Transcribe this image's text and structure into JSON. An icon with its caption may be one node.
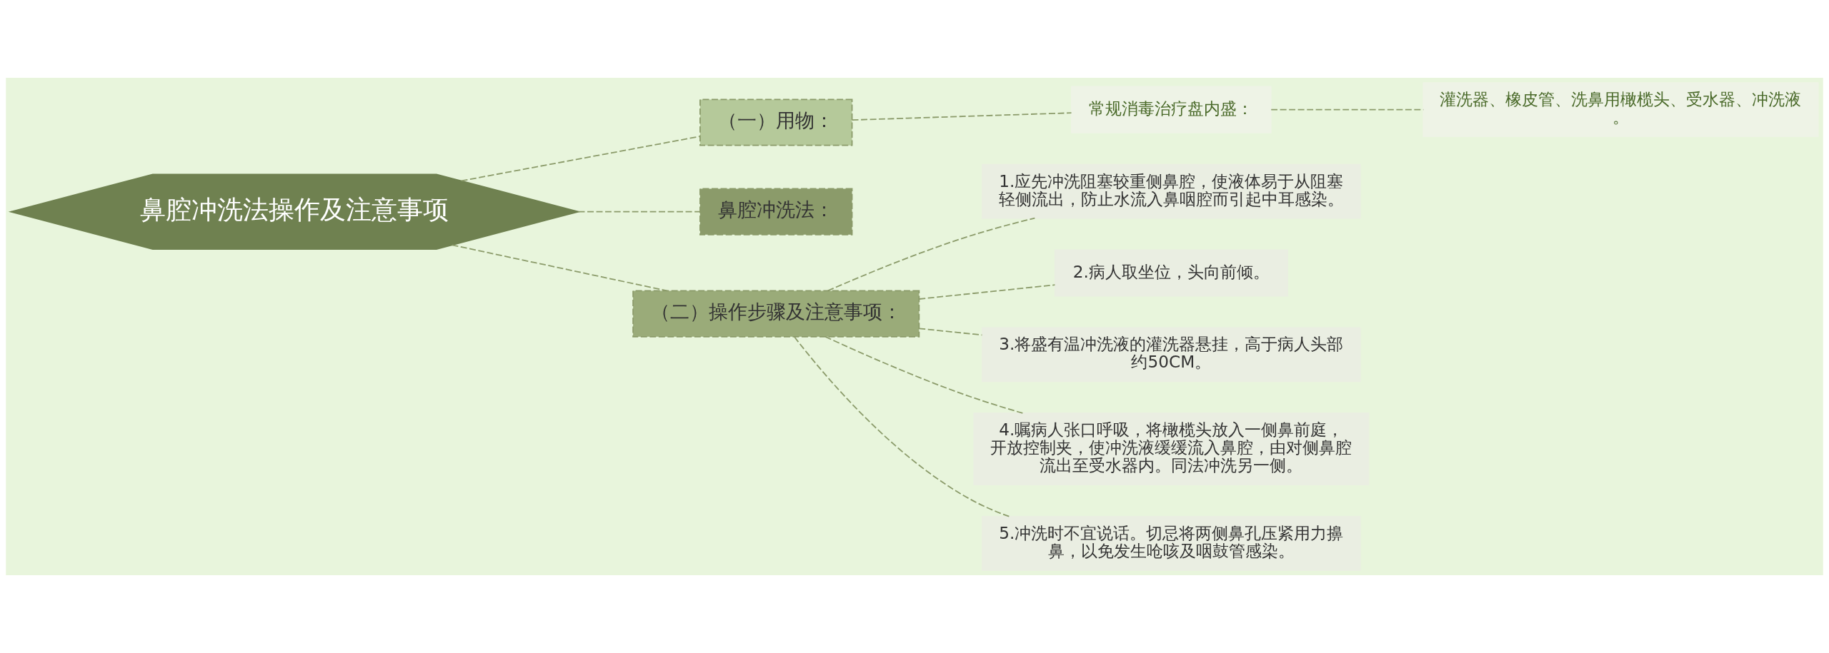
{
  "diagram": {
    "nodes": [
      {
        "text": [
          "鼻腔冲洗法操作及注意事项"
        ]
      },
      {
        "text": [
          "（一）用物："
        ]
      },
      {
        "text": [
          "常规消毒治疗盘内盛："
        ]
      },
      {
        "text": [
          "灌洗器、橡皮管、洗鼻用橄榄头、受水器、冲洗液。"
        ]
      },
      {
        "text": [
          "鼻腔冲洗法："
        ]
      },
      {
        "text": [
          "（二）操作步骤及注意事项："
        ]
      },
      {
        "text": [
          "1.应先冲洗阻塞较重侧鼻腔，使液体易于从阻塞轻侧流出，防止水流入鼻咽腔而引起中耳感染。"
        ]
      },
      {
        "text": [
          "2.病人取坐位，头向前倾。"
        ]
      },
      {
        "text": [
          "3.将盛有温冲洗液的灌洗器悬挂，高于病人头部约50CM。"
        ]
      },
      {
        "text": [
          "4.嘱病人张口呼吸，将橄榄头放入一侧鼻前庭，开放控制夹，使冲洗液缓缓流入鼻腔，由对侧鼻腔流出至受水器内。同法冲洗另一侧。"
        ]
      },
      {
        "text": [
          "5.冲洗时不宜说话。切忌将两侧鼻孔压紧用力擤鼻，以免发生呛咳及咽鼓管感染。"
        ]
      }
    ],
    "edges": [
      {
        "from": 0,
        "to": 1,
        "arrow": "none"
      },
      {
        "from": 1,
        "to": 2,
        "arrow": "none"
      },
      {
        "from": 2,
        "to": 3,
        "arrow": "none"
      },
      {
        "from": 0,
        "to": 4,
        "arrow": "none"
      },
      {
        "from": 0,
        "to": 5,
        "arrow": "none"
      },
      {
        "from": 5,
        "to": 6,
        "arrow": "none"
      },
      {
        "from": 5,
        "to": 7,
        "arrow": "none"
      },
      {
        "from": 5,
        "to": 8,
        "arrow": "none"
      },
      {
        "from": 5,
        "to": 9,
        "arrow": "none"
      },
      {
        "from": 5,
        "to": 10,
        "arrow": "none"
      }
    ]
  }
}
